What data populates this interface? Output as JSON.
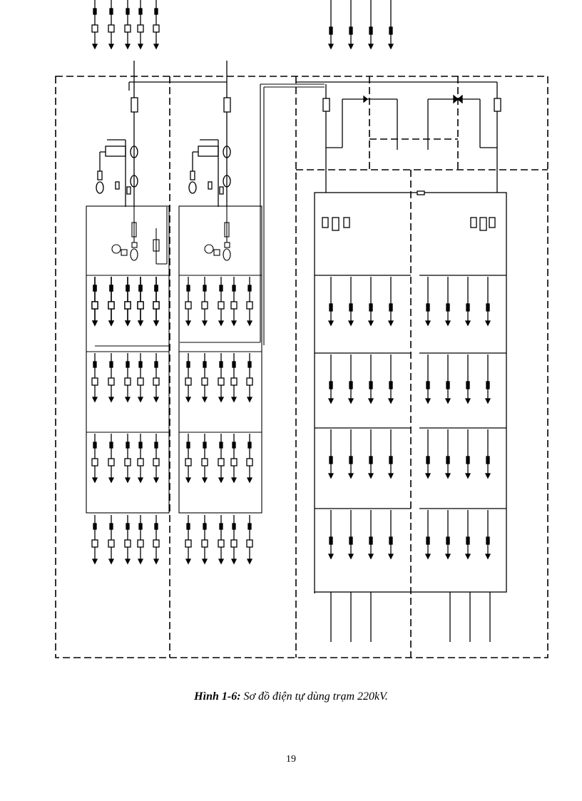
{
  "figure": {
    "caption_label": "Hình 1-6:",
    "caption_text": " Sơ đồ điện tự dùng trạm 220kV.",
    "type": "single-line electrical diagram (auxiliary power supply)",
    "line_color": "#000000",
    "label_color": "#777777"
  },
  "diagram": {
    "sections": [
      {
        "id": "ac-section-1",
        "description": "AC auxiliary incoming feeder 1 with transformer, meters and 4 distribution panels (5 feeders each)"
      },
      {
        "id": "ac-section-2",
        "description": "AC auxiliary incoming feeder 2 with transformer, meters and 4 distribution panels (5 feeders each)"
      },
      {
        "id": "dc-section",
        "description": "DC system: two chargers/incomers, bus-tie, battery circuits and 5 distribution panels (4 feeders each, 3 in final)"
      }
    ],
    "note": "Internal component labels are too small to be legible in the screenshot"
  },
  "page": {
    "number": "19"
  }
}
